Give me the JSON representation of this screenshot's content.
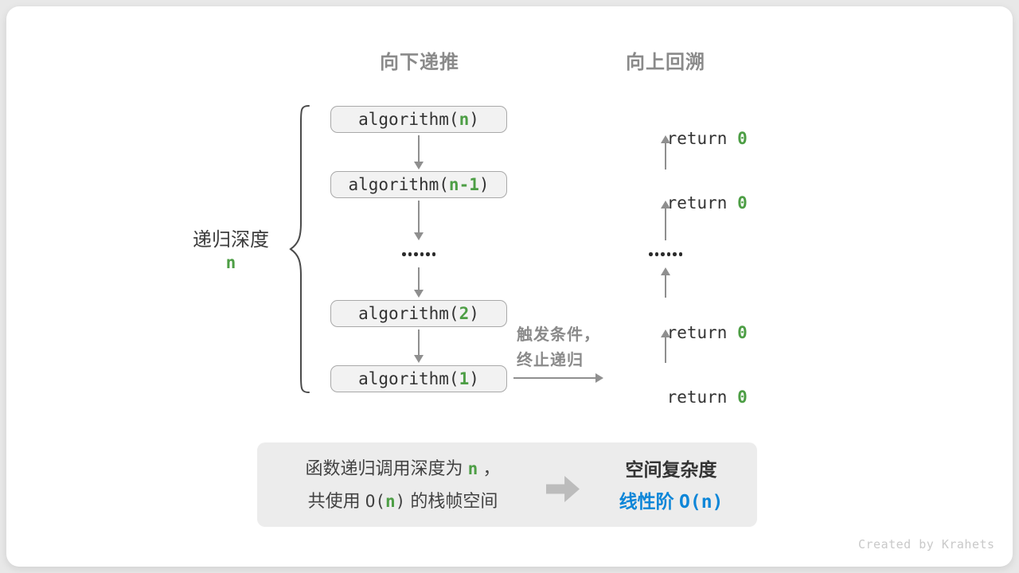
{
  "colors": {
    "accent_green": "#4d9e45",
    "accent_blue": "#0d86d8",
    "header_gray": "#8a8a8a",
    "arrow_gray": "#8f8f8f",
    "box_bg": "#f2f2f2",
    "box_border": "#a9a9a9",
    "summary_bg": "#ececec"
  },
  "headers": {
    "downward": "向下递推",
    "upward": "向上回溯"
  },
  "depth_brace": {
    "label": "递归深度",
    "value": "n"
  },
  "call_stack": [
    {
      "fn": "algorithm(",
      "arg": "n",
      "close": ")"
    },
    {
      "fn": "algorithm(",
      "arg": "n-1",
      "close": ")"
    },
    {
      "fn": "algorithm(",
      "arg": "2",
      "close": ")"
    },
    {
      "fn": "algorithm(",
      "arg": "1",
      "close": ")"
    }
  ],
  "returns": [
    {
      "keyword": "return ",
      "value": "0"
    },
    {
      "keyword": "return ",
      "value": "0"
    },
    {
      "keyword": "return ",
      "value": "0"
    },
    {
      "keyword": "return ",
      "value": "0"
    }
  ],
  "trigger": {
    "line1": "触发条件，",
    "line2": "终止递归"
  },
  "summary": {
    "left": {
      "l1_pre": "函数递归调用深度为 ",
      "l1_n": "n",
      "l1_post": " ，",
      "l2_pre": "共使用 ",
      "l2_o": "O(",
      "l2_n": "n",
      "l2_close": ")",
      "l2_post": " 的栈帧空间"
    },
    "right": {
      "title": "空间复杂度",
      "result_label": "线性阶 ",
      "result_formula": "O(n)"
    }
  },
  "credit": "Created by Krahets"
}
